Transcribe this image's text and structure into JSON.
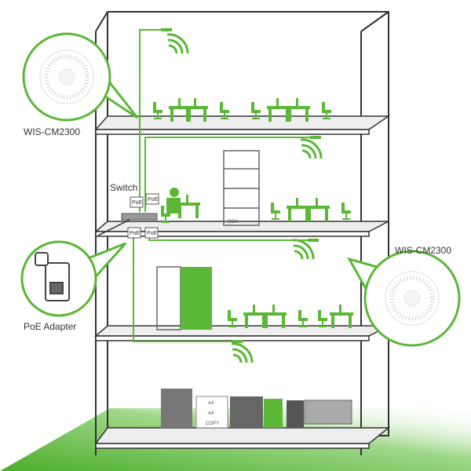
{
  "labels": {
    "ap_top": "WIS-CM2300",
    "ap_right": "WIS-CM2300",
    "switch": "Switch",
    "poe_adapter": "PoE Adapter",
    "poe": [
      "PoE",
      "PoE",
      "PoE",
      "PoE"
    ],
    "box": "BOX",
    "paper_a4": [
      "A4",
      "A4"
    ],
    "copy": "COPY"
  },
  "colors": {
    "accent": "#5ab836",
    "line": "#333333",
    "floor": "#eeeeee"
  }
}
